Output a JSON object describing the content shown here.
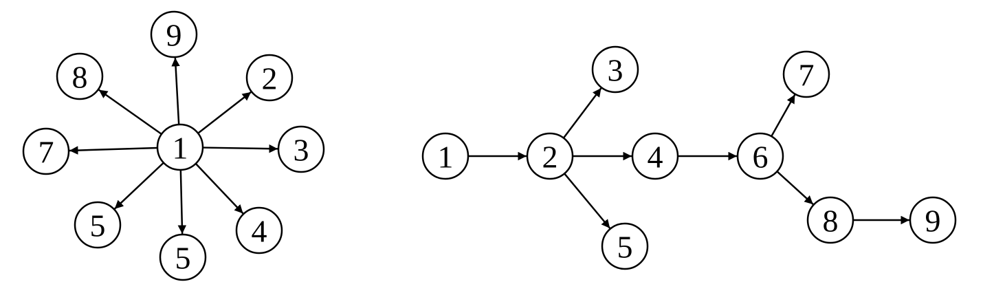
{
  "diagrams": [
    {
      "name": "star",
      "nodes": [
        {
          "id": "s1",
          "label": "1"
        },
        {
          "id": "s9",
          "label": "9"
        },
        {
          "id": "s8",
          "label": "8"
        },
        {
          "id": "s2",
          "label": "2"
        },
        {
          "id": "s7",
          "label": "7"
        },
        {
          "id": "s3",
          "label": "3"
        },
        {
          "id": "s5a",
          "label": "5"
        },
        {
          "id": "s5b",
          "label": "5"
        },
        {
          "id": "s4",
          "label": "4"
        }
      ],
      "edges": [
        {
          "from": "s1",
          "to": "s9"
        },
        {
          "from": "s1",
          "to": "s8"
        },
        {
          "from": "s1",
          "to": "s2"
        },
        {
          "from": "s1",
          "to": "s7"
        },
        {
          "from": "s1",
          "to": "s3"
        },
        {
          "from": "s1",
          "to": "s5a"
        },
        {
          "from": "s1",
          "to": "s5b"
        },
        {
          "from": "s1",
          "to": "s4"
        }
      ]
    },
    {
      "name": "tree",
      "nodes": [
        {
          "id": "t1",
          "label": "1"
        },
        {
          "id": "t2",
          "label": "2"
        },
        {
          "id": "t3",
          "label": "3"
        },
        {
          "id": "t4",
          "label": "4"
        },
        {
          "id": "t5",
          "label": "5"
        },
        {
          "id": "t6",
          "label": "6"
        },
        {
          "id": "t7",
          "label": "7"
        },
        {
          "id": "t8",
          "label": "8"
        },
        {
          "id": "t9",
          "label": "9"
        }
      ],
      "edges": [
        {
          "from": "t1",
          "to": "t2"
        },
        {
          "from": "t2",
          "to": "t3"
        },
        {
          "from": "t2",
          "to": "t4"
        },
        {
          "from": "t2",
          "to": "t5"
        },
        {
          "from": "t4",
          "to": "t6"
        },
        {
          "from": "t6",
          "to": "t7"
        },
        {
          "from": "t6",
          "to": "t8"
        },
        {
          "from": "t8",
          "to": "t9"
        }
      ]
    }
  ]
}
